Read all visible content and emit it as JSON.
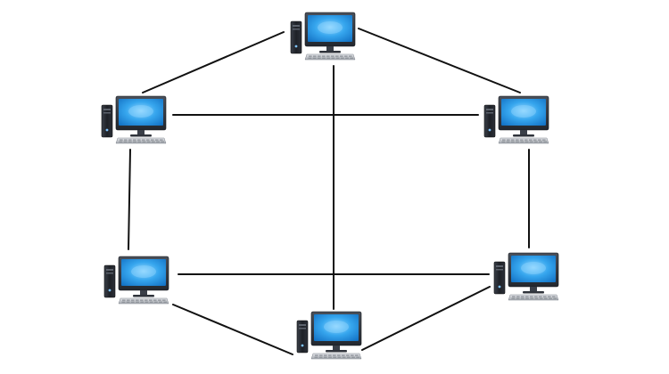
{
  "diagram": {
    "type": "network-topology",
    "node_icon": "desktop-computer-icon",
    "colors": {
      "background": "#ffffff",
      "link": "#111111",
      "screen": "#1c8fe0",
      "screen_glow": "#8fd4ff",
      "monitor_frame": "#2b2f36",
      "tower": "#1e2127",
      "keyboard": "#c9ccd1"
    },
    "nodes": [
      {
        "id": "top"
      },
      {
        "id": "upper-left"
      },
      {
        "id": "upper-right"
      },
      {
        "id": "lower-left"
      },
      {
        "id": "lower-right"
      },
      {
        "id": "bottom"
      }
    ],
    "links": [
      {
        "from": "top",
        "to": "upper-left"
      },
      {
        "from": "top",
        "to": "upper-right"
      },
      {
        "from": "top",
        "to": "bottom"
      },
      {
        "from": "upper-left",
        "to": "upper-right"
      },
      {
        "from": "upper-left",
        "to": "lower-left"
      },
      {
        "from": "upper-right",
        "to": "lower-right"
      },
      {
        "from": "lower-left",
        "to": "lower-right"
      },
      {
        "from": "lower-left",
        "to": "bottom"
      },
      {
        "from": "lower-right",
        "to": "bottom"
      }
    ]
  }
}
